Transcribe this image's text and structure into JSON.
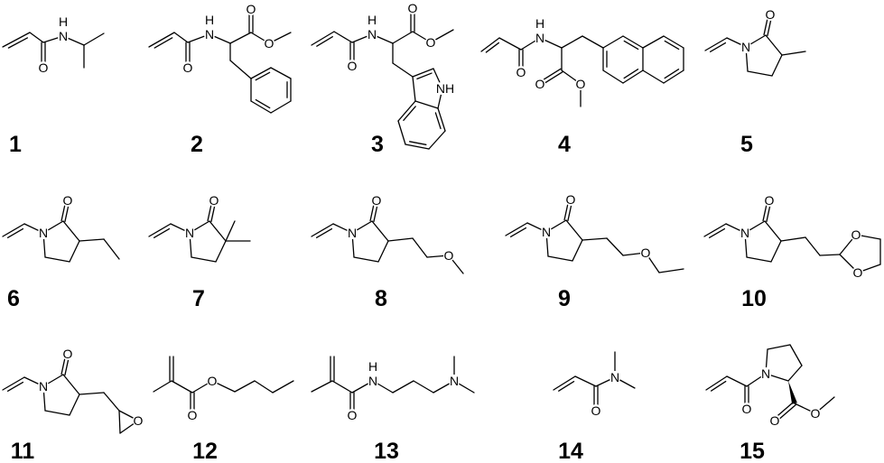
{
  "compounds": [
    {
      "label": "1"
    },
    {
      "label": "2"
    },
    {
      "label": "3"
    },
    {
      "label": "4"
    },
    {
      "label": "5"
    },
    {
      "label": "6"
    },
    {
      "label": "7"
    },
    {
      "label": "8"
    },
    {
      "label": "9"
    },
    {
      "label": "10"
    },
    {
      "label": "11"
    },
    {
      "label": "12"
    },
    {
      "label": "13"
    },
    {
      "label": "14"
    },
    {
      "label": "15"
    }
  ],
  "atom_symbols": {
    "O": "O",
    "N": "N",
    "H": "H",
    "NH": "NH"
  },
  "colors": {
    "ink": "#000000",
    "background": "#ffffff"
  }
}
